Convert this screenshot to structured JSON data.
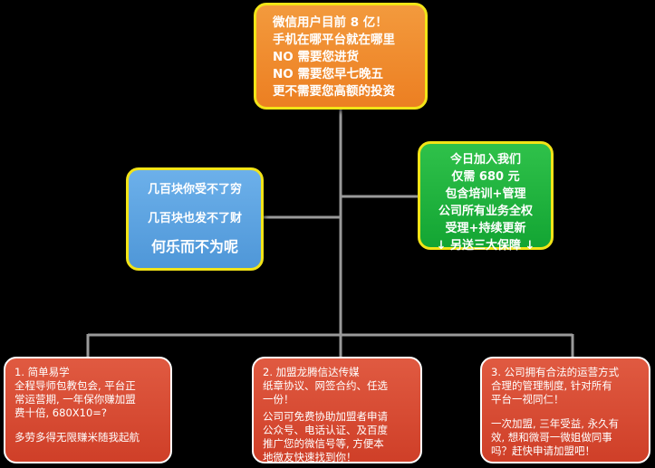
{
  "top_box": {
    "lines": [
      "微信用户目前 8 亿！",
      "手机在哪平台就在哪里",
      "NO 需要您进货",
      "NO 需要您早七晚五",
      "更不需要您高额的投资"
    ]
  },
  "right_box": {
    "lines": [
      "今日加入我们",
      "仅需 680 元",
      "包含培训+管理",
      "公司所有业务全权",
      "受理+持续更新",
      "↓ 另送三大保障 ↓"
    ]
  },
  "left_box": {
    "line1": "几百块你受不了穷",
    "line2": "几百块也发不了财",
    "line3": "何乐而不为呢"
  },
  "bottom_boxes": [
    {
      "lines": [
        "1. 简单易学",
        "全程导师包教包会, 平台正",
        "常运营期, 一年保你赚加盟",
        "费十倍, 680X10=?"
      ],
      "lines_b": [
        "多劳多得无限赚米随我起航"
      ]
    },
    {
      "lines": [
        "2. 加盟龙腾信达传媒",
        "纸章协议、网签合约、任选",
        "一份！"
      ],
      "lines_b": [
        "公司可免费协助加盟者申请",
        "公众号、电话认证、及百度",
        "推广您的微信号等, 方便本",
        "地微友快速找到你！"
      ]
    },
    {
      "lines": [
        "3. 公司拥有合法的运营方式",
        "合理的管理制度, 针对所有",
        "平台一视同仁！"
      ],
      "lines_b": [
        "一次加盟, 三年受益, 永久有",
        "效, 想和微哥一微姐做同事",
        "吗？赶快申请加盟吧！"
      ]
    }
  ],
  "colors": {
    "background": "#000000",
    "connector": "#9a9a9a",
    "top_fill": "#ec7f22",
    "right_fill": "#13a533",
    "left_fill": "#4f97d8",
    "bottom_fill": "#cf3f28",
    "highlight_border": "#f2e417"
  }
}
